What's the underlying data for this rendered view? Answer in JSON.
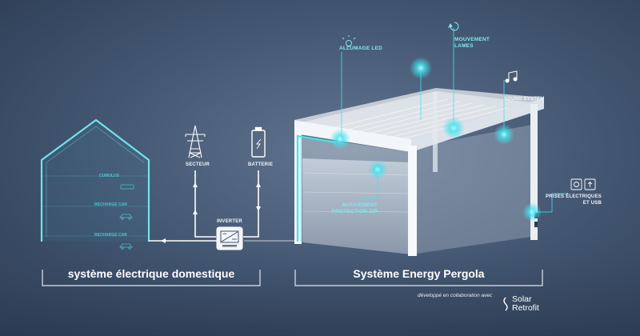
{
  "house": {
    "title": "système électrique domestique",
    "items": [
      {
        "label": "CUMULUS"
      },
      {
        "label": "RECHARGE CAR"
      },
      {
        "label": "RECHARGE CAR"
      }
    ]
  },
  "grid": {
    "secteur": "SECTEUR",
    "batterie": "BATTERIE",
    "inverter": "INVERTER"
  },
  "pergola": {
    "title": "Système Energy Pergola",
    "features": {
      "led": "ALLUMAGE LED",
      "lames": "MOUVEMENT LAMES",
      "sound": "SOUND SYSTEM",
      "zip": "MOUVEMENT PROTECTION ZIP",
      "prises": "PRISES ÉLECTRIQUES ET USB"
    }
  },
  "credit": {
    "text": "développé en collaboration avec",
    "brand_line1": "Solar",
    "brand_line2": "Retrofit"
  },
  "colors": {
    "accent": "#43e3ee",
    "line": "#ffffff",
    "background": "#465a75"
  }
}
